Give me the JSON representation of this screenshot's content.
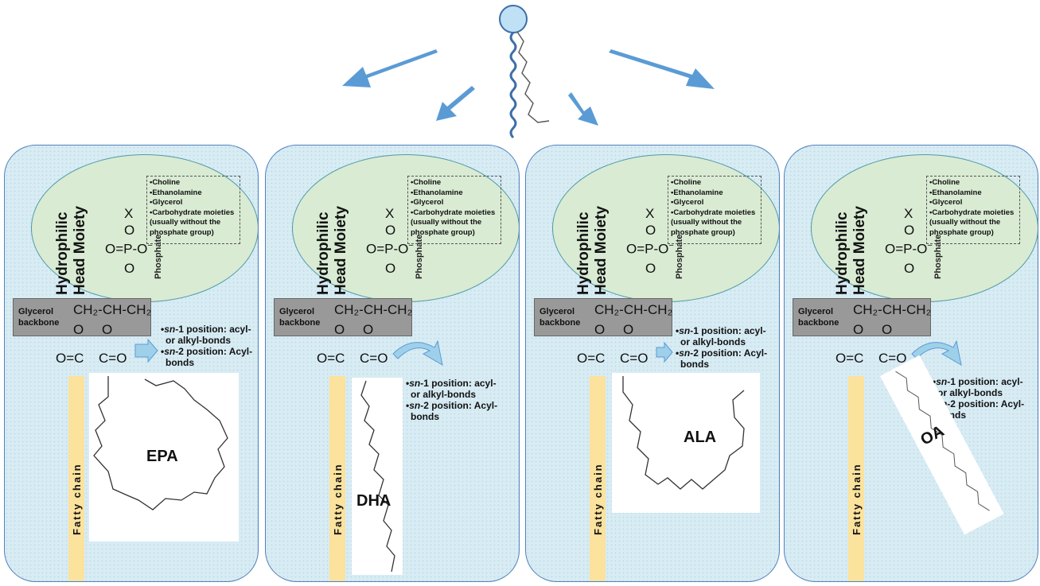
{
  "head": {
    "title_line1": "Hydrophilic",
    "title_line2": "Head Moiety",
    "x": "X",
    "o1": "O",
    "phosphate_group": "O=P-O",
    "phosphate_charge": "−",
    "o2": "O",
    "phosphate_label": "Phosphate",
    "bullets": [
      "•Choline",
      "•Ethanolamine",
      "•Glycerol",
      "•Carbohydrate moieties",
      "(usually without the",
      "phosphate group)"
    ]
  },
  "glycerol": {
    "label_line1": "Glycerol",
    "label_line2": "backbone",
    "chain": "CH₂-CH-CH₂",
    "o_left": "O",
    "o_right": "O",
    "co_left": "O=C",
    "co_right": "C=O"
  },
  "positions": {
    "sn1_prefix": "•",
    "sn1_italic": "sn",
    "sn1_rest": "-1 position: acyl-",
    "sn1_line2": "or alkyl-bonds",
    "sn2_prefix": "•",
    "sn2_italic": "sn",
    "sn2_rest": "-2 position: Acyl-",
    "sn2_line2": "bonds"
  },
  "fatty_chain_label": "Fatty chain",
  "panels": [
    {
      "fatty_acid": "EPA"
    },
    {
      "fatty_acid": "DHA"
    },
    {
      "fatty_acid": "ALA"
    },
    {
      "fatty_acid": "OA"
    }
  ],
  "colors": {
    "arrow": "#5b9bd5",
    "panel_border": "#4f81bd",
    "panel_fill": "#d8ecf4",
    "oval_fill": "#d9ebd3",
    "glycerol_box": "#999999",
    "fatty_bar": "#fbe29d"
  }
}
